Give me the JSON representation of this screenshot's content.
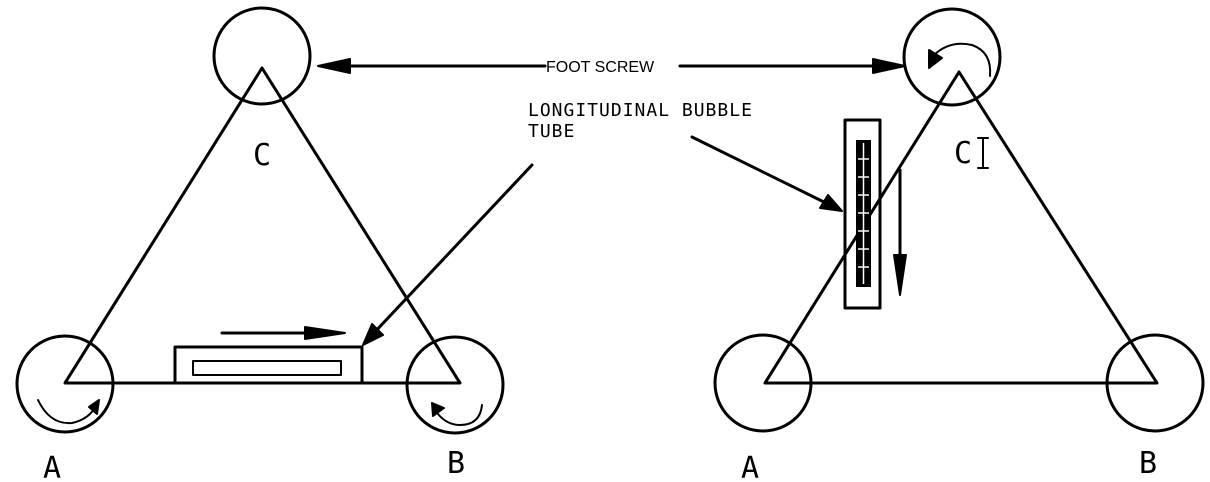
{
  "labels": {
    "left": {
      "a": "A",
      "b": "B",
      "c": "C"
    },
    "right": {
      "a": "A",
      "b": "B",
      "c": "C"
    },
    "foot_screw": "FOOT SCREW",
    "bubble_tube_line1": "LONGITUDINAL BUBBLE",
    "bubble_tube_line2": "TUBE"
  },
  "colors": {
    "ink": "#000000",
    "background": "#ffffff"
  }
}
